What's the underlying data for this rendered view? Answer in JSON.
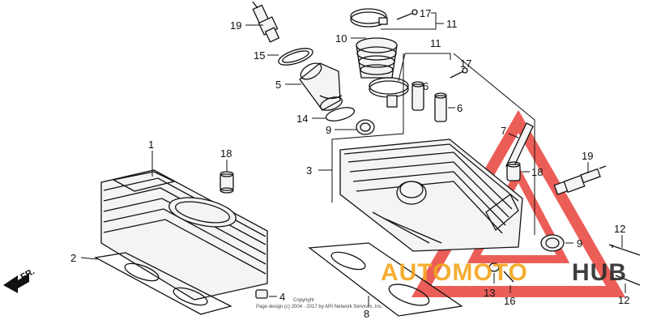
{
  "diagram": {
    "callouts": {
      "c19a": "19",
      "c15": "15",
      "c5": "5",
      "c14": "14",
      "c9a": "9",
      "c10": "10",
      "c17a": "17",
      "c11a": "11",
      "c11b": "11",
      "c17b": "17",
      "c6a": "6",
      "c6b": "6",
      "c7": "7",
      "c3": "3",
      "c18a": "18",
      "c18b": "18",
      "c19b": "19",
      "c1": "1",
      "c2": "2",
      "c4": "4",
      "c8": "8",
      "c9b": "9",
      "c12a": "12",
      "c12b": "12",
      "c13": "13",
      "c16": "16"
    },
    "direction_label": "FR.",
    "copyright": {
      "line1": "Copyright",
      "line2": "Page design (c) 2004 - 2017 by ARI Network Services, Inc."
    }
  },
  "watermark": {
    "text_a": "AUTOMOTO",
    "text_b": "HUB",
    "color_a": "#f5a51c",
    "color_b": "#2b2b2b",
    "triangle_color": "#e8423c"
  }
}
